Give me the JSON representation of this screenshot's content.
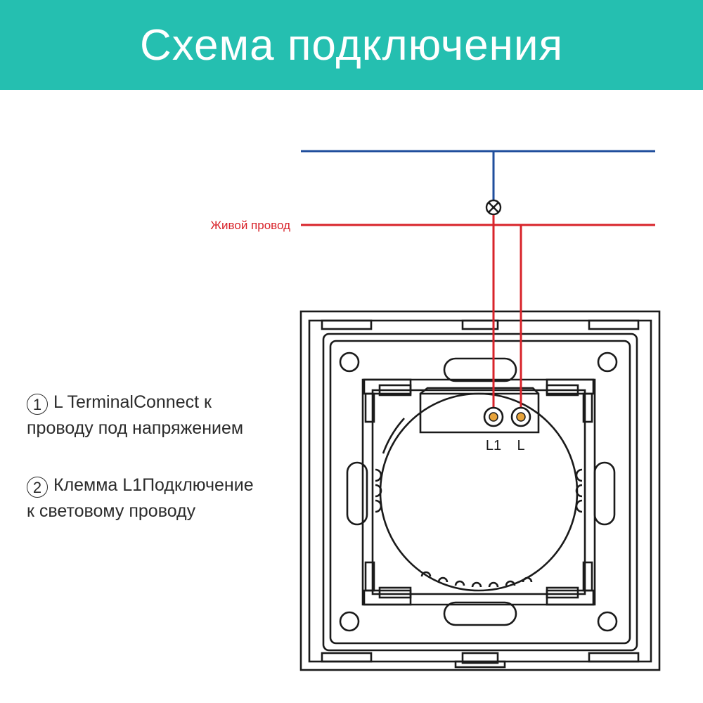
{
  "header": {
    "title": "Схема подключения"
  },
  "wires": {
    "live_label": "Живой провод"
  },
  "switch": {
    "terminal_l1": "L1",
    "terminal_l": "L"
  },
  "notes": [
    {
      "num": "1",
      "line1": "L TerminalConnect к",
      "line2": "проводу под напряжением"
    },
    {
      "num": "2",
      "line1": "Клемма L1Подключение",
      "line2": "к световому проводу"
    }
  ],
  "colors": {
    "banner": "#25bfb0",
    "neutral_wire": "#1f4e9c",
    "live_wire": "#d8232a",
    "terminal": "#e7a33a",
    "outline": "#1a1a1a"
  }
}
